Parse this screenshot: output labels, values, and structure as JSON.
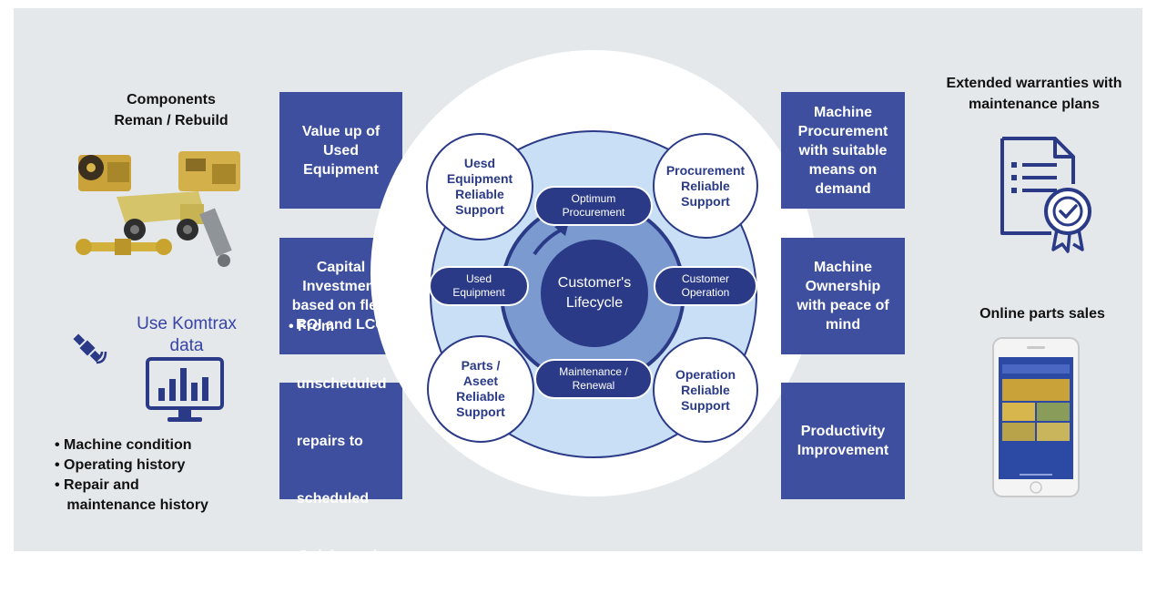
{
  "colors": {
    "panel_bg": "#e5e8eb",
    "box_blue": "#3d4f9e",
    "dark_navy": "#2a3a87",
    "light_blue": "#c9dff5",
    "mid_blue": "#7a9ad0",
    "komtrax_text": "#3743a6"
  },
  "left": {
    "components_heading": [
      "Components",
      "Reman / Rebuild"
    ],
    "komtrax_title": [
      "Use Komtrax",
      "data"
    ],
    "bullets": [
      "• Machine condition",
      "• Operating history",
      "• Repair and",
      "   maintenance history"
    ],
    "icons": [
      "machinery-photo",
      "satellite-icon",
      "monitor-chart-icon"
    ]
  },
  "left_boxes": [
    {
      "lines": [
        "Value up of",
        "Used",
        "Equipment"
      ]
    },
    {
      "lines": [
        "Capital",
        "Investment",
        "based on fleet",
        "ROI and LCC"
      ]
    },
    {
      "lines": [
        "• From",
        "  unscheduled",
        "  repairs to",
        "  scheduled",
        "• Quick repair"
      ]
    }
  ],
  "right_boxes": [
    {
      "lines": [
        "Machine",
        "Procurement",
        "with suitable",
        "means on",
        "demand"
      ]
    },
    {
      "lines": [
        "Machine",
        "Ownership",
        "with peace of",
        "mind"
      ]
    },
    {
      "lines": [
        "Productivity",
        "Improvement"
      ]
    }
  ],
  "right": {
    "warranty_heading": [
      "Extended warranties with",
      "maintenance plans"
    ],
    "parts_heading": "Online parts sales",
    "icons": [
      "warranty-certificate-icon",
      "phone-screenshot"
    ]
  },
  "cycle": {
    "center": [
      "Customer's",
      "Lifecycle"
    ],
    "pills": {
      "top": [
        "Optimum",
        "Procurement"
      ],
      "left": [
        "Used",
        "Equipment"
      ],
      "right": [
        "Customer",
        "Operation"
      ],
      "bottom": [
        "Maintenance /",
        "Renewal"
      ]
    },
    "support_circles": {
      "top_left": [
        "Uesd",
        "Equipment",
        "Reliable",
        "Support"
      ],
      "top_right": [
        "Procurement",
        "Reliable",
        "Support"
      ],
      "bottom_left": [
        "Parts /",
        "Aseet",
        "Reliable",
        "Support"
      ],
      "bottom_right": [
        "Operation",
        "Reliable",
        "Support"
      ]
    }
  }
}
